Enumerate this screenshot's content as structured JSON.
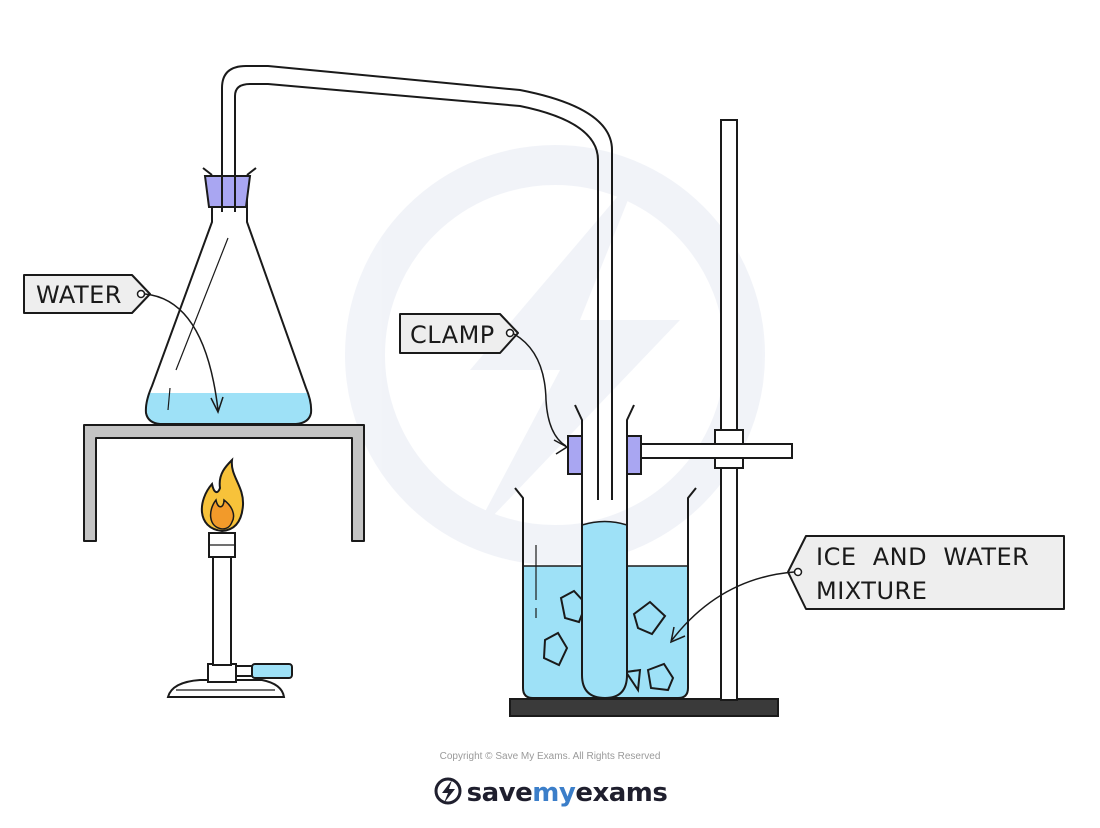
{
  "labels": {
    "water": "WATER",
    "clamp": "CLAMP",
    "ice_line1": "ICE  AND  WATER",
    "ice_line2": "MIXTURE"
  },
  "footer": {
    "copyright": "Copyright © Save My Exams. All Rights Reserved",
    "brand_part1": "save",
    "brand_part2": "my",
    "brand_part3": "exams"
  },
  "colors": {
    "water": "#9ee1f7",
    "stopper": "#a9a6f2",
    "flame_outer": "#f7c23a",
    "flame_inner": "#f29a2a",
    "tripod": "#c4c4c4",
    "label_fill": "#eeeeee",
    "base_dark": "#3a3a3a"
  },
  "icons": [
    "lightning-watermark-icon",
    "save-my-exams-logo-icon"
  ]
}
